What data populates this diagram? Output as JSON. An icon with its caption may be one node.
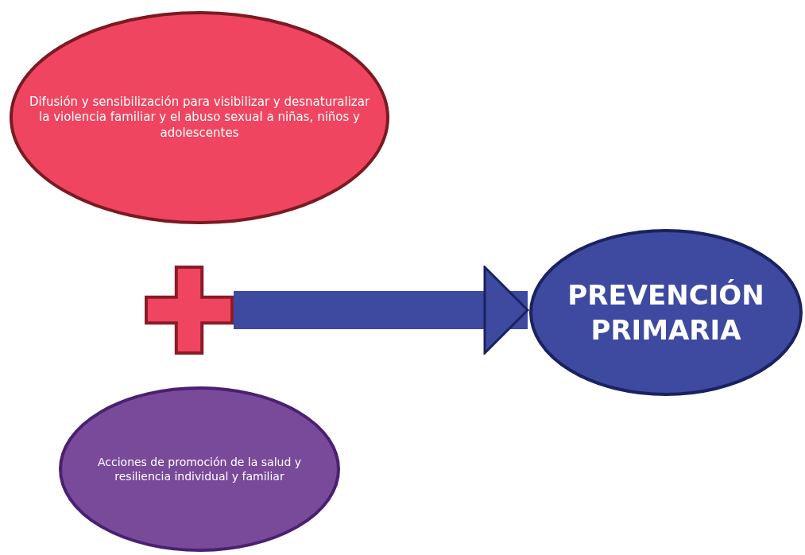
{
  "diagram": {
    "nodes": [
      {
        "text": [
          "Difusión y sensibilización para visibilizar y desnaturalizar la violencia familiar y el abuso sexual a niñas, niños y adolescentes"
        ]
      },
      {
        "text": [],
        "shape": "cross"
      },
      {
        "text": [
          "Acciones de promoción de la salud y resiliencia individual y familiar"
        ]
      },
      {
        "text": [
          "PREVENCIÓN PRIMARIA"
        ]
      }
    ],
    "edges": [
      {
        "from": 1,
        "to": 3,
        "arrow": "to"
      }
    ]
  }
}
